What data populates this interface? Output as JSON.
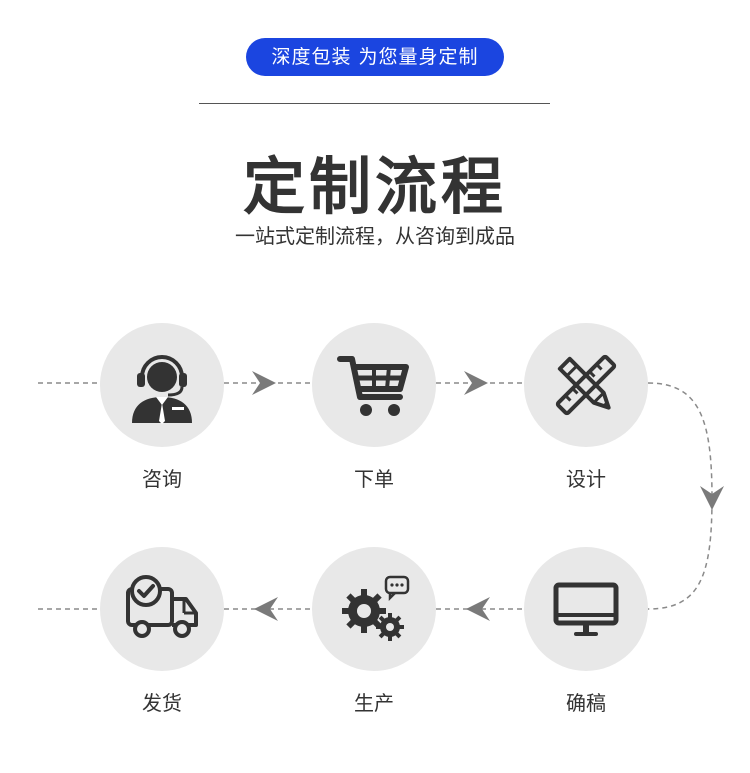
{
  "header": {
    "tagline": "深度包装 为您量身定制",
    "title": "定制流程",
    "subtitle": "一站式定制流程，从咨询到成品"
  },
  "steps": [
    {
      "label": "咨询",
      "icon": "customer-service-icon"
    },
    {
      "label": "下单",
      "icon": "shopping-cart-icon"
    },
    {
      "label": "设计",
      "icon": "pencil-ruler-icon"
    },
    {
      "label": "确稿",
      "icon": "monitor-icon"
    },
    {
      "label": "生产",
      "icon": "gears-chat-icon"
    },
    {
      "label": "发货",
      "icon": "delivery-truck-icon"
    }
  ],
  "colors": {
    "accent": "#1b45e0",
    "circle": "#e8e8e8",
    "icon": "#333333",
    "connector": "#8a8a8a"
  }
}
